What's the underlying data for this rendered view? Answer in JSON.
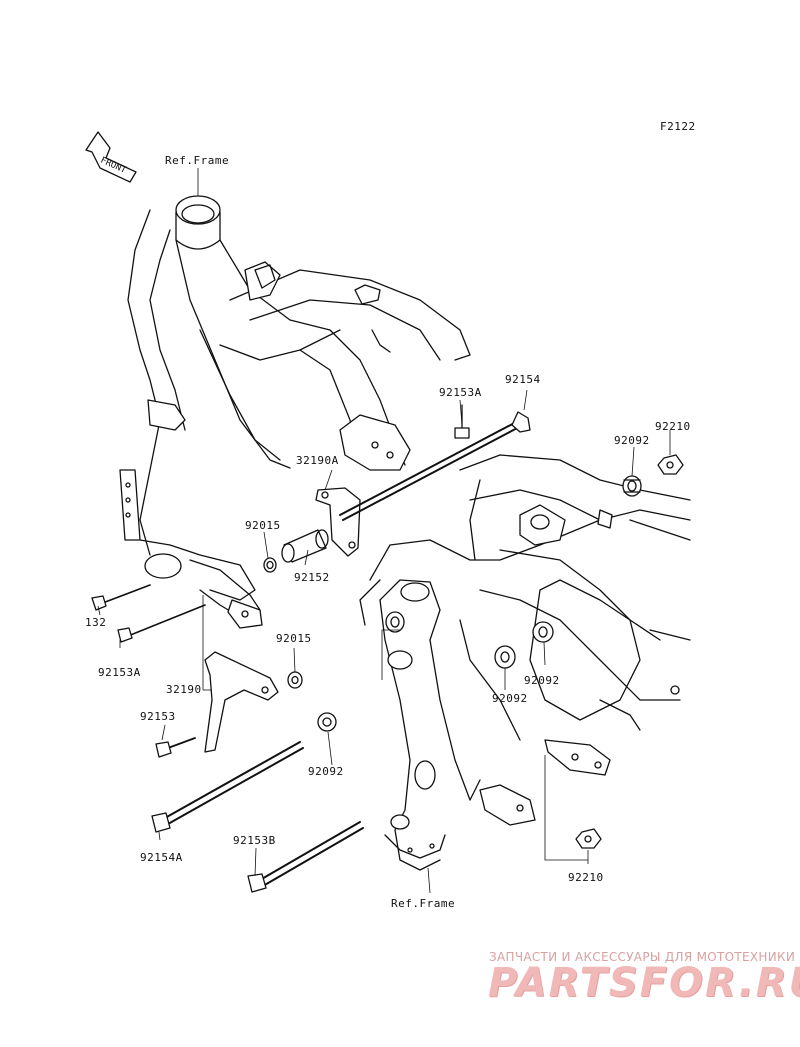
{
  "figure_code": "F2122",
  "front_badge": "FRONT",
  "labels": {
    "ref_frame_top": "Ref.Frame",
    "ref_frame_bottom": "Ref.Frame",
    "p92154_top": "92154",
    "p92153A_top": "92153A",
    "p92210_top": "92210",
    "p92092_top": "92092",
    "p32190A": "32190A",
    "p92015_top": "92015",
    "p92152": "92152",
    "p132": "132",
    "p92153A_left": "92153A",
    "p92015_mid": "92015",
    "p32190": "32190",
    "p92153": "92153",
    "p92092_mid": "92092",
    "p92092_right": "92092",
    "p92092_low": "92092",
    "p92154A": "92154A",
    "p92153B": "92153B",
    "p92210_bottom": "92210"
  },
  "watermark": {
    "tagline": "ЗАПЧАСТИ И АКСЕССУАРЫ ДЛЯ МОТОТЕХНИКИ",
    "logo": "PARTSFOR.RU"
  }
}
